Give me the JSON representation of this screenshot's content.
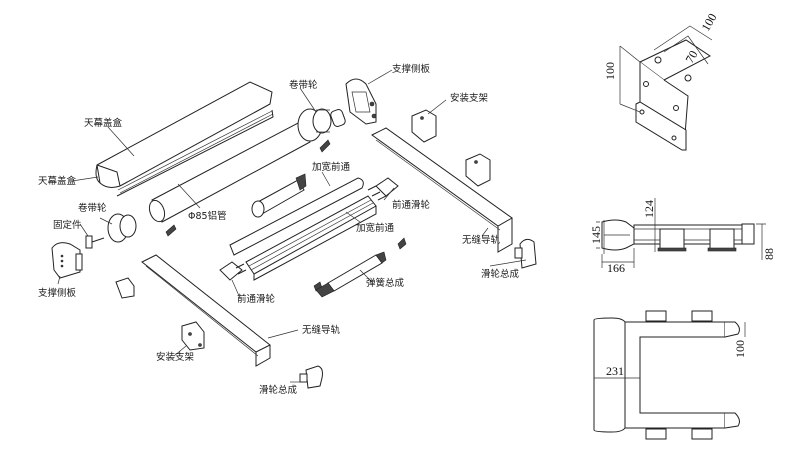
{
  "exploded_view": {
    "labels": {
      "top_cover_upper": "天幕盖盒",
      "top_cover_lower": "天幕盖盒",
      "reel_wheel_left": "卷带轮",
      "fixing_piece": "固定件",
      "side_plate_left": "支撑侧板",
      "reel_wheel_right": "卷带轮",
      "side_plate_right": "支撑侧板",
      "mount_bracket_top": "安装支架",
      "alu_tube": "Φ85铝管",
      "widened_front_upper": "加宽前通",
      "front_pulley_right": "前通滑轮",
      "widened_front_lower": "加宽前通",
      "seamless_rail_right": "无缝导轨",
      "spring_assembly": "弹簧总成",
      "pulley_assembly_right": "滑轮总成",
      "front_pulley_left": "前通滑轮",
      "seamless_rail_left": "无缝导轨",
      "mount_bracket_bottom": "安装支架",
      "pulley_assembly_bottom": "滑轮总成"
    }
  },
  "bracket_detail": {
    "dims": {
      "width": "100",
      "hole_spacing": "70",
      "height": "100"
    }
  },
  "side_view": {
    "dims": {
      "height_124": "124",
      "height_145": "145",
      "depth_166": "166",
      "height_88": "88"
    }
  },
  "top_view": {
    "dims": {
      "width_231": "231",
      "depth_100": "100"
    }
  }
}
